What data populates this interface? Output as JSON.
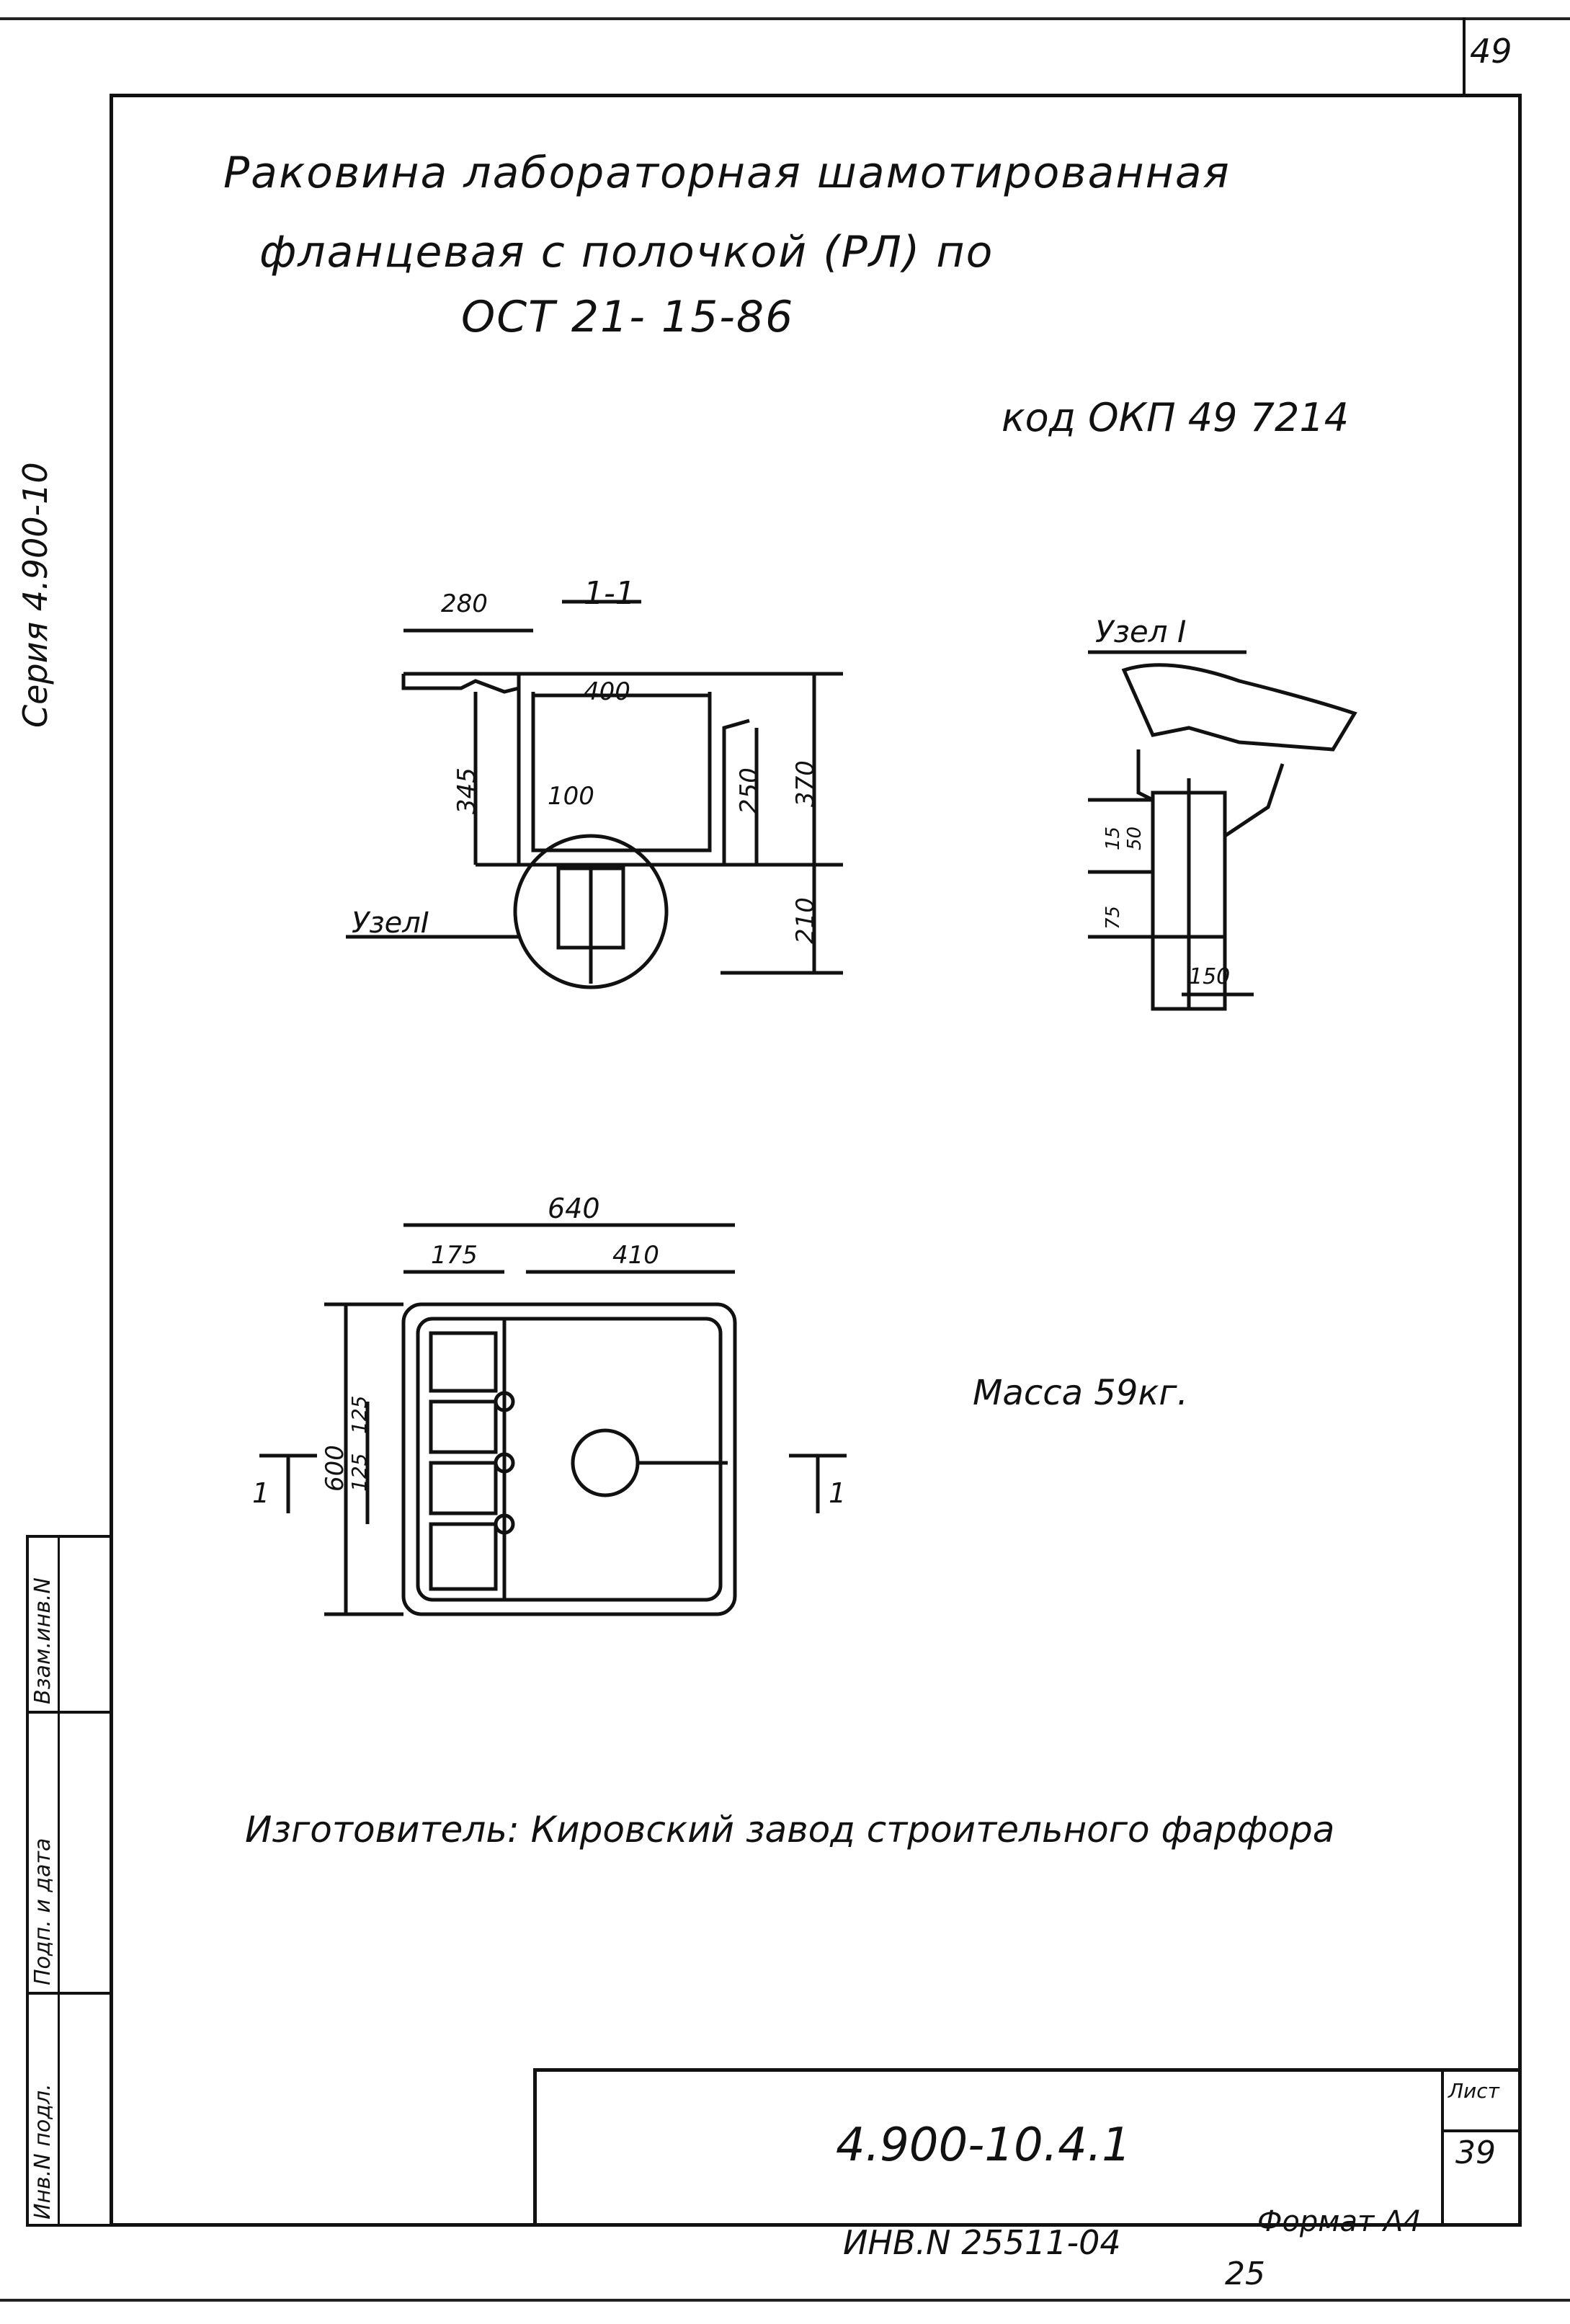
{
  "sheet_number": "49",
  "title": {
    "line1": "Раковина лабораторная шамотированная",
    "line2": "фланцевая с полочкой (РЛ) по",
    "line3": "ОСТ 21- 15-86"
  },
  "okp_code": "код ОКП 49 7214",
  "series_label": "Серия 4.900-10",
  "section": {
    "label": "1-1",
    "dims": {
      "d280": "280",
      "d400": "400",
      "d345": "345",
      "d100": "100",
      "d250": "250",
      "d370": "370",
      "d210": "210"
    },
    "node_label": "УзелI"
  },
  "detail": {
    "label": "Узел I",
    "dims": {
      "d15": "15",
      "d50": "50",
      "d75": "75",
      "d150": "150"
    }
  },
  "plan": {
    "dims": {
      "d640": "640",
      "d175": "175",
      "d410": "410",
      "d600": "600",
      "d125a": "125",
      "d125b": "125"
    },
    "cut_left": "1",
    "cut_right": "1"
  },
  "mass": "Масса 59кг.",
  "manufacturer": "Изготовитель: Кировский завод строительного фарфора",
  "side_labels": {
    "cell1": "Взам.инв.N",
    "cell2": "Подп. и дата",
    "cell3": "Инв.N подл."
  },
  "stamp": {
    "designation": "4.900-10.4.1",
    "sheet_label": "Лист",
    "sheet_value": "39"
  },
  "footer": {
    "inventory": "ИНВ.N 25511-04",
    "format": "Формат А4",
    "number": "25"
  }
}
